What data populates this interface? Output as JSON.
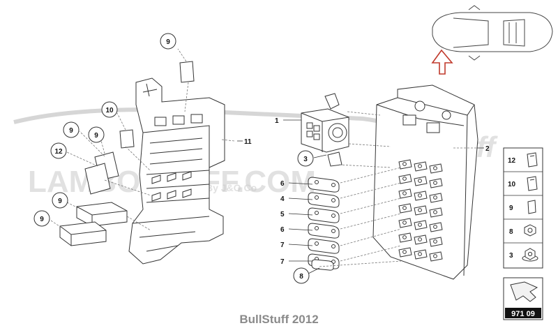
{
  "diagram": {
    "watermark_brand": "LAMBOSTUFF.COM",
    "watermark_tagline": "By J&O Co",
    "watermark_script": "stuff",
    "callouts_left": [
      "9",
      "10",
      "9",
      "9",
      "12",
      "11",
      "9",
      "9"
    ],
    "callouts_right": [
      "1",
      "3",
      "2",
      "6",
      "4",
      "5",
      "6",
      "7",
      "7",
      "8"
    ],
    "legend": [
      "12",
      "10",
      "9",
      "8",
      "3"
    ],
    "part_number": "971 09",
    "footer": "BullStuff 2012"
  },
  "colors": {
    "line": "#333333",
    "leader": "#666666",
    "watermark": "#c9c9c9",
    "arrow": "#c0392b",
    "footer": "#8a8a8a"
  }
}
